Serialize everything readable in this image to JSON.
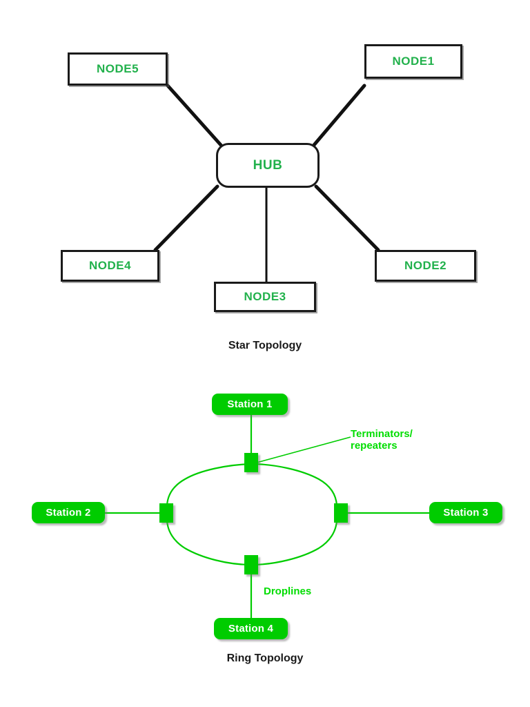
{
  "diagram": {
    "star": {
      "caption": "Star Topology",
      "hub": {
        "label": "HUB"
      },
      "nodes": [
        {
          "label": "NODE5"
        },
        {
          "label": "NODE1"
        },
        {
          "label": "NODE4"
        },
        {
          "label": "NODE3"
        },
        {
          "label": "NODE2"
        }
      ]
    },
    "ring": {
      "caption": "Ring Topology",
      "stations": [
        {
          "label": "Station 1"
        },
        {
          "label": "Station 2"
        },
        {
          "label": "Station 3"
        },
        {
          "label": "Station 4"
        }
      ],
      "annotations": {
        "terminators": "Terminators/\nrepeaters",
        "droplines": "Droplines"
      }
    }
  },
  "colors": {
    "node_text_green": "#22b14c",
    "station_fill_green": "#00cc00",
    "annotation_green": "#00dd00",
    "line_black": "#1a1a1a",
    "caption_black": "#1a1a1a",
    "background": "#ffffff"
  }
}
